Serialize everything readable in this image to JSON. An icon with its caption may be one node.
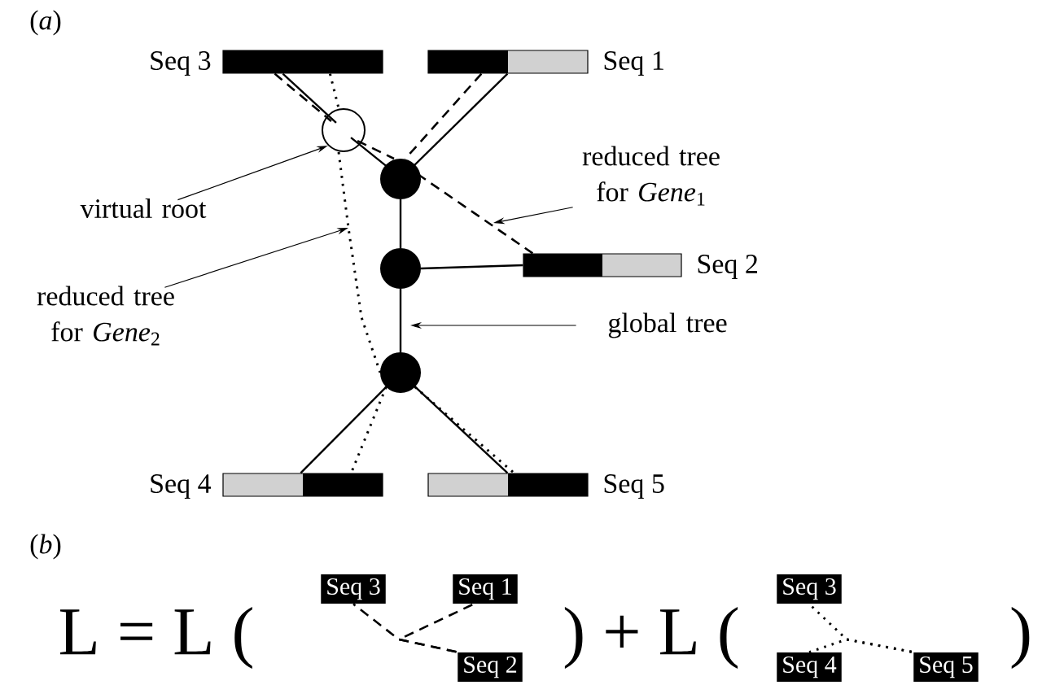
{
  "diagram": {
    "nodes": [
      {
        "text": [],
        "shape": "bar",
        "beside": [
          "Seq 3"
        ]
      },
      {
        "text": [],
        "shape": "bar",
        "beside": [
          "Seq 1"
        ]
      },
      {
        "text": [],
        "shape": "circle"
      },
      {
        "text": [],
        "shape": "circle"
      },
      {
        "text": [],
        "shape": "circle"
      },
      {
        "text": [],
        "shape": "circle"
      },
      {
        "text": [],
        "shape": "bar",
        "beside": [
          "Seq 2"
        ]
      },
      {
        "text": [],
        "shape": "bar",
        "beside": [
          "Seq 4"
        ]
      },
      {
        "text": [],
        "shape": "bar",
        "beside": [
          "Seq 5"
        ]
      },
      {
        "text": [
          "virtual root"
        ]
      },
      {
        "text": [
          "reduced tree for *Gene*$_{1}$"
        ]
      },
      {
        "text": [
          "reduced tree for *Gene*$_{2}$"
        ]
      },
      {
        "text": [
          "global tree"
        ]
      },
      {
        "text": [
          "Seq 3"
        ]
      },
      {
        "text": [
          "Seq 1"
        ]
      },
      {
        "text": [
          "Seq 2"
        ]
      },
      {
        "text": [
          "Seq 3"
        ]
      },
      {
        "text": [
          "Seq 4"
        ]
      },
      {
        "text": [
          "Seq 5"
        ]
      }
    ],
    "edges": [
      {
        "from": 0,
        "to": 2,
        "arrow": "none"
      },
      {
        "from": 2,
        "to": 3,
        "arrow": "none"
      },
      {
        "from": 1,
        "to": 3,
        "arrow": "none"
      },
      {
        "from": 3,
        "to": 4,
        "arrow": "none"
      },
      {
        "from": 4,
        "to": 6,
        "arrow": "none"
      },
      {
        "from": 4,
        "to": 5,
        "arrow": "none"
      },
      {
        "from": 5,
        "to": 7,
        "arrow": "none"
      },
      {
        "from": 5,
        "to": 8,
        "arrow": "none"
      },
      {
        "from": 0,
        "to": 2,
        "arrow": "none",
        "style": "dashed"
      },
      {
        "from": 2,
        "to": 3,
        "arrow": "none",
        "style": "dashed"
      },
      {
        "from": 3,
        "to": 6,
        "arrow": "none",
        "style": "dashed"
      },
      {
        "from": 1,
        "to": 3,
        "arrow": "none",
        "style": "dashed"
      },
      {
        "from": 0,
        "to": 2,
        "arrow": "none",
        "style": "dashed"
      },
      {
        "from": 2,
        "to": 5,
        "arrow": "none",
        "style": "dashed"
      },
      {
        "from": 5,
        "to": 7,
        "arrow": "none",
        "style": "dashed"
      },
      {
        "from": 5,
        "to": 8,
        "arrow": "none",
        "style": "dashed"
      },
      {
        "from": 9,
        "to": 2,
        "arrow": "to"
      },
      {
        "from": 10,
        "to": null,
        "arrow": "to"
      },
      {
        "from": 11,
        "to": null,
        "arrow": "to"
      },
      {
        "from": 12,
        "to": null,
        "arrow": "to"
      },
      {
        "from": 13,
        "to": 15,
        "arrow": "none",
        "style": "dashed"
      },
      {
        "from": 14,
        "to": 15,
        "arrow": "none",
        "style": "dashed"
      },
      {
        "from": 16,
        "to": 18,
        "arrow": "none",
        "style": "dashed"
      },
      {
        "from": 17,
        "to": 18,
        "arrow": "none",
        "style": "dashed"
      }
    ],
    "labels": [
      "(*a*)",
      "(*b*)",
      "L = L (",
      ") + L (",
      ")"
    ]
  }
}
